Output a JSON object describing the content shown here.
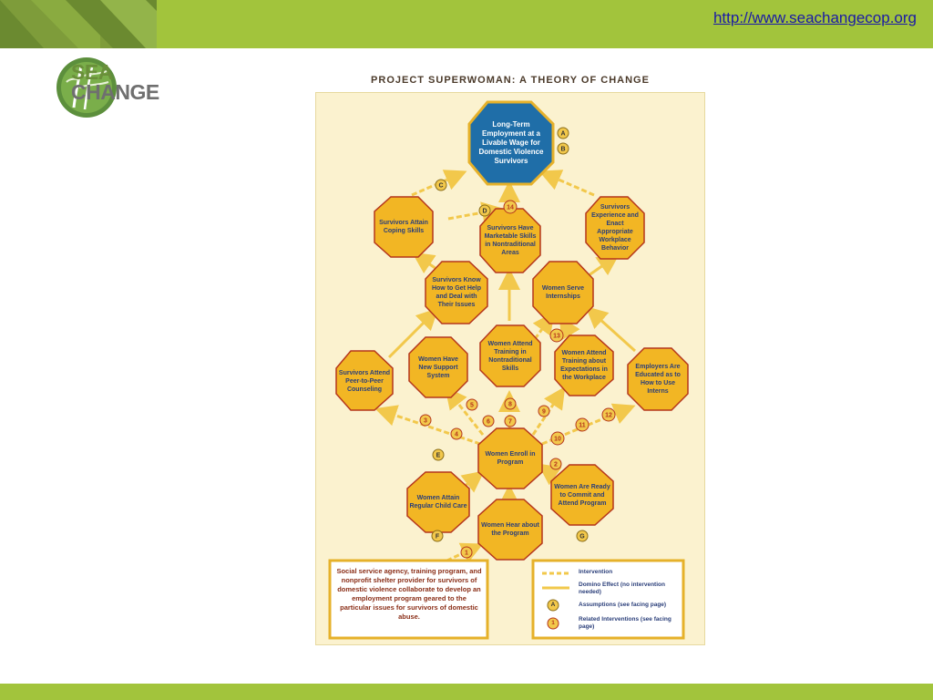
{
  "header": {
    "url": "http://www.seachangecop.org"
  },
  "logo": {
    "line1": "SEA",
    "line2": "CHANGE"
  },
  "diagram": {
    "title": "PROJECT SUPERWOMAN: A THEORY OF CHANGE",
    "goal": "Long-Term Employment at a Livable Wage for Domestic Violence Survivors",
    "nodes": {
      "coping": "Survivors Attain Coping Skills",
      "marketable": "Survivors Have Marketable Skills in Nontraditional Areas",
      "workplace_behavior": "Survivors Experience and Enact Appropriate Workplace Behavior",
      "know_help": "Survivors Know How to Get Help and Deal with Their Issues",
      "internships": "Women Serve Internships",
      "peer": "Survivors Attend Peer-to-Peer Counseling",
      "support": "Women Have New Support System",
      "training": "Women Attend Training in Nontraditional Skills",
      "expectations": "Women Attend Training about Expectations in the Workplace",
      "employers": "Employers Are Educated as to How to Use Interns",
      "enroll": "Women Enroll in Program",
      "child_care": "Women Attain Regular Child Care",
      "ready": "Women Are Ready to Commit and Attend Program",
      "hear": "Women Hear about the Program"
    },
    "assumption_badges": [
      "A",
      "B",
      "C",
      "D",
      "E",
      "F",
      "G"
    ],
    "intervention_badges": [
      "1",
      "2",
      "3",
      "4",
      "5",
      "6",
      "7",
      "8",
      "9",
      "10",
      "11",
      "12",
      "13",
      "14"
    ],
    "source_box": "Social service agency, training program, and nonprofit shelter provider for survivors of domestic violence collaborate to develop an employment program geared to the particular issues for survivors of domestic abuse.",
    "legend": {
      "intervention": "Intervention",
      "domino": "Domino Effect (no intervention needed)",
      "assumptions": "Assumptions (see facing page)",
      "related": "Related Interventions (see facing page)",
      "sample_letter": "A",
      "sample_number": "1"
    }
  },
  "colors": {
    "banner": "#a2c43c",
    "node_fill": "#f2b624",
    "node_border": "#b5361c",
    "goal_fill": "#1f6ea8",
    "arrow": "#f2c84b",
    "diagram_bg": "#fbf2cf"
  }
}
